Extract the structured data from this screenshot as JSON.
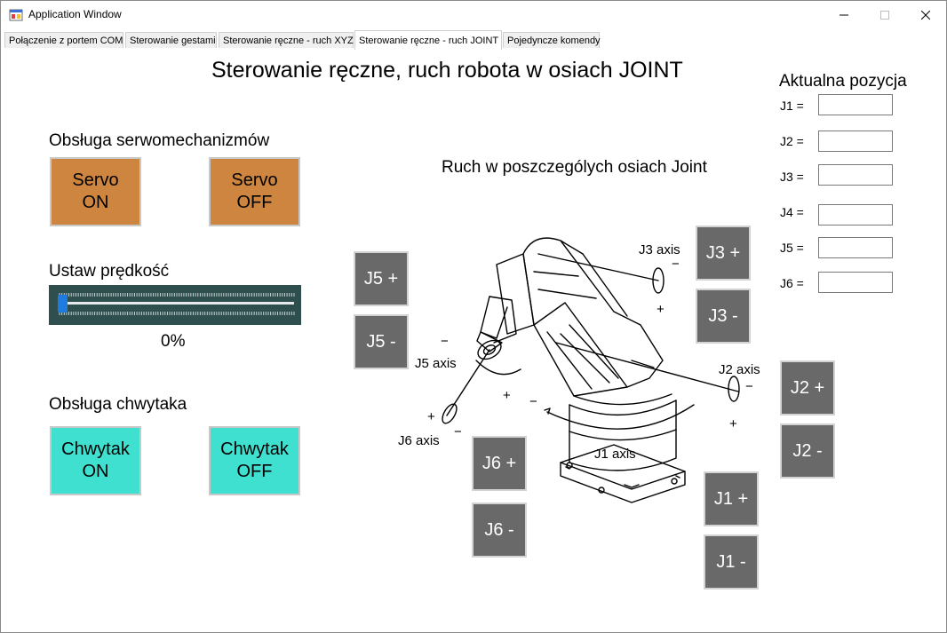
{
  "window": {
    "title": "Application Window"
  },
  "tabs": [
    {
      "label": "Połączenie z portem COM"
    },
    {
      "label": "Sterowanie gestami"
    },
    {
      "label": "Sterowanie ręczne - ruch XYZ"
    },
    {
      "label": "Sterowanie ręczne - ruch JOINT"
    },
    {
      "label": "Pojedyncze komendy"
    }
  ],
  "active_tab": 3,
  "page": {
    "title": "Sterowanie ręczne, ruch robota w osiach JOINT"
  },
  "servo": {
    "heading": "Obsługa serwomechanizmów",
    "on_line1": "Servo",
    "on_line2": "ON",
    "off_line1": "Servo",
    "off_line2": "OFF",
    "color": "#cd853f"
  },
  "speed": {
    "heading": "Ustaw prędkość",
    "value_text": "0%",
    "value": 0
  },
  "gripper": {
    "heading": "Obsługa chwytaka",
    "on_line1": "Chwytak",
    "on_line2": "ON",
    "off_line1": "Chwytak",
    "off_line2": "OFF",
    "color": "#40e0d0"
  },
  "joints": {
    "heading": "Ruch w poszczególych osiach Joint",
    "buttons": {
      "j1_plus": "J1 +",
      "j1_minus": "J1 -",
      "j2_plus": "J2 +",
      "j2_minus": "J2 -",
      "j3_plus": "J3 +",
      "j3_minus": "J3 -",
      "j5_plus": "J5 +",
      "j5_minus": "J5 -",
      "j6_plus": "J6 +",
      "j6_minus": "J6 -"
    },
    "diagram": {
      "j1_axis": "J1 axis",
      "j2_axis": "J2 axis",
      "j3_axis": "J3 axis",
      "j5_axis": "J5 axis",
      "j6_axis": "J6 axis",
      "plus": "+",
      "minus": "−"
    }
  },
  "position": {
    "heading": "Aktualna pozycja",
    "labels": [
      "J1 =",
      "J2 =",
      "J3 =",
      "J4 =",
      "J5 =",
      "J6 ="
    ],
    "values": [
      "",
      "",
      "",
      "",
      "",
      ""
    ]
  }
}
